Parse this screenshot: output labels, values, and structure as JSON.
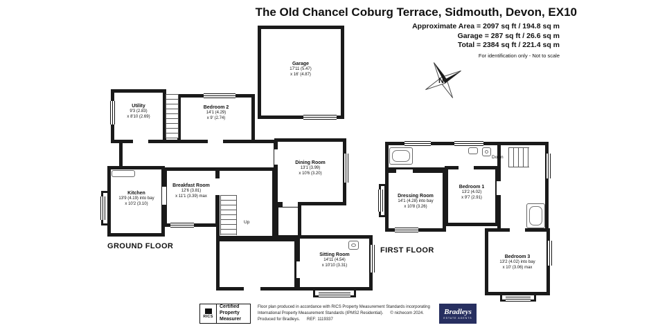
{
  "colors": {
    "wall": "#1a1a1a",
    "navy": "#272f60"
  },
  "header": {
    "title": "The Old Chancel Coburg Terrace, Sidmouth, Devon, EX10",
    "area_lines": [
      "Approximate Area = 2097 sq ft / 194.8 sq m",
      "Garage = 287 sq ft / 26.6 sq m",
      "Total = 2384 sq ft / 221.4 sq m"
    ],
    "disclaimer": "For identification only - Not to scale"
  },
  "compass": {
    "north": "N"
  },
  "floors": {
    "ground": "GROUND FLOOR",
    "first": "FIRST FLOOR"
  },
  "stairs": {
    "up": "Up",
    "down": "Down"
  },
  "rooms": {
    "garage": {
      "name": "Garage",
      "d1": "17'11 (5.47)",
      "d2": "x 16' (4.87)"
    },
    "utility": {
      "name": "Utility",
      "d1": "9'3 (2.83)",
      "d2": "x 8'10 (2.69)"
    },
    "bedroom2": {
      "name": "Bedroom 2",
      "d1": "14'1 (4.29)",
      "d2": "x 9' (2.74)"
    },
    "dining": {
      "name": "Dining Room",
      "d1": "13'1 (3.99)",
      "d2": "x 10'6 (3.20)"
    },
    "kitchen": {
      "name": "Kitchen",
      "d1": "13'9 (4.19) into bay",
      "d2": "x 10'2 (3.10)"
    },
    "breakfast": {
      "name": "Breakfast Room",
      "d1": "12'6 (3.81)",
      "d2": "x 11'1 (3.39) max"
    },
    "sitting": {
      "name": "Sitting Room",
      "d1": "14'11 (4.54)",
      "d2": "x 10'10 (3.31)"
    },
    "dressing": {
      "name": "Dressing Room",
      "d1": "14'1 (4.28) into bay",
      "d2": "x 10'8 (3.26)"
    },
    "bedroom1": {
      "name": "Bedroom 1",
      "d1": "13'2 (4.02)",
      "d2": "x 9'7 (2.91)"
    },
    "bedroom3": {
      "name": "Bedroom 3",
      "d1": "13'2 (4.02) into bay",
      "d2": "x 10' (3.06) max"
    }
  },
  "footer": {
    "rics_mark": "RICS",
    "cert_lines": [
      "Certified",
      "Property",
      "Measurer"
    ],
    "line1": "Floor plan produced in accordance with RICS Property Measurement Standards incorporating",
    "line2a": "International Property Measurement Standards (IPMS2 Residential).",
    "line2b": "© nichecom 2024.",
    "line3a": "Produced for Bradleys.",
    "line3b": "REF: 1119337",
    "brand": "Bradleys",
    "brand_sub": "ESTATE AGENTS"
  }
}
